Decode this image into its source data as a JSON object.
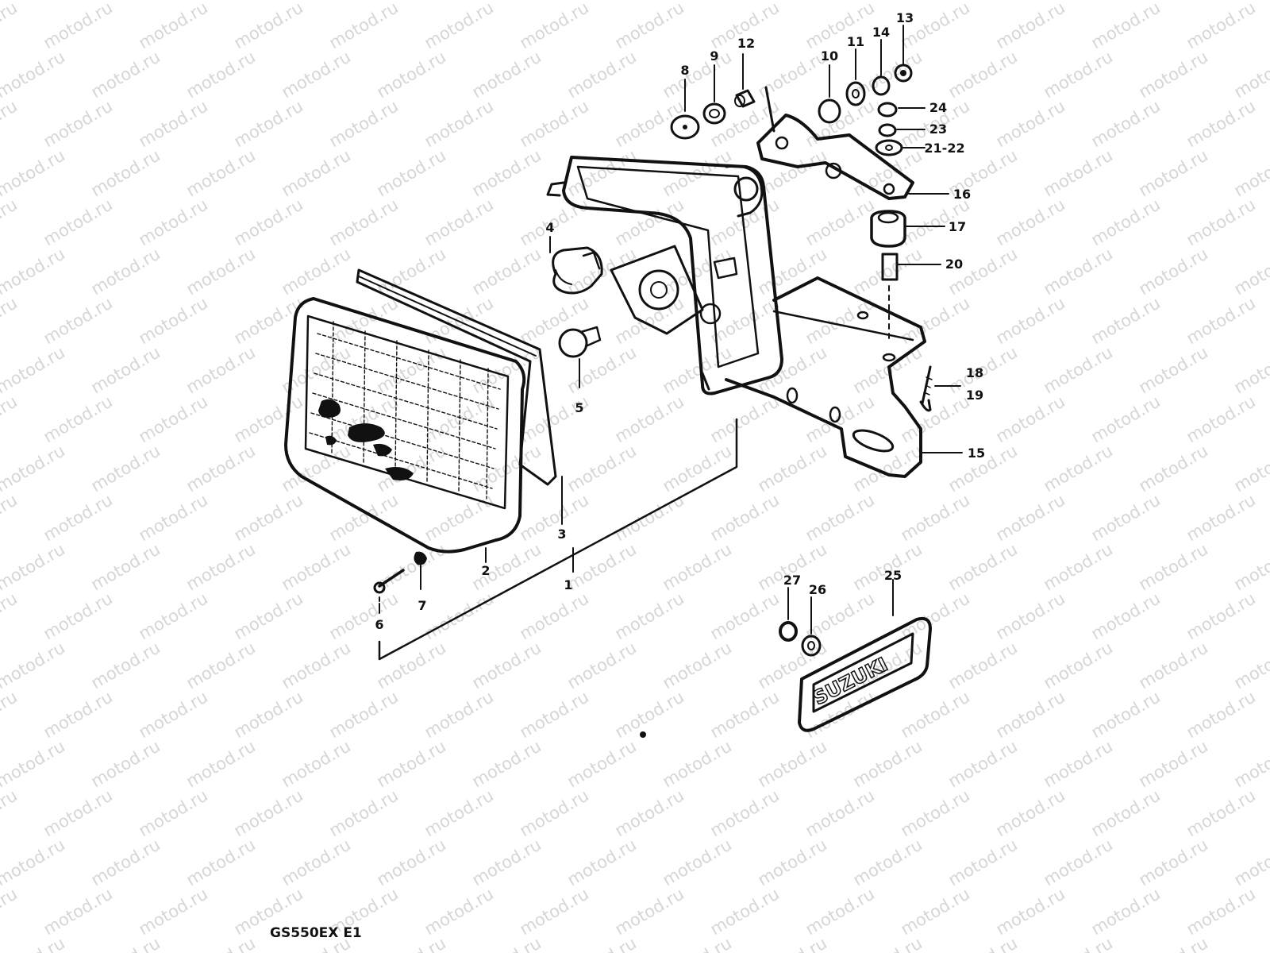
{
  "watermark": {
    "text": "motod.ru"
  },
  "diagram": {
    "callouts": [
      {
        "id": "c1",
        "text": "1"
      },
      {
        "id": "c2",
        "text": "2"
      },
      {
        "id": "c3",
        "text": "3"
      },
      {
        "id": "c4",
        "text": "4"
      },
      {
        "id": "c5",
        "text": "5"
      },
      {
        "id": "c6",
        "text": "6"
      },
      {
        "id": "c7",
        "text": "7"
      },
      {
        "id": "c8",
        "text": "8"
      },
      {
        "id": "c9",
        "text": "9"
      },
      {
        "id": "c10",
        "text": "10"
      },
      {
        "id": "c11",
        "text": "11"
      },
      {
        "id": "c12",
        "text": "12"
      },
      {
        "id": "c13",
        "text": "13"
      },
      {
        "id": "c14",
        "text": "14"
      },
      {
        "id": "c15",
        "text": "15"
      },
      {
        "id": "c16",
        "text": "16"
      },
      {
        "id": "c17",
        "text": "17"
      },
      {
        "id": "c18",
        "text": "18"
      },
      {
        "id": "c19",
        "text": "19"
      },
      {
        "id": "c20",
        "text": "20"
      },
      {
        "id": "c2122",
        "text": "21-22"
      },
      {
        "id": "c23",
        "text": "23"
      },
      {
        "id": "c24",
        "text": "24"
      },
      {
        "id": "c25",
        "text": "25"
      },
      {
        "id": "c26",
        "text": "26"
      },
      {
        "id": "c27",
        "text": "27"
      }
    ],
    "caption": "GS550EX E1",
    "emblem_text": "SUZUKI"
  },
  "colors": {
    "ink": "#111111",
    "watermark": "#d6d6d6",
    "background": "#ffffff"
  }
}
